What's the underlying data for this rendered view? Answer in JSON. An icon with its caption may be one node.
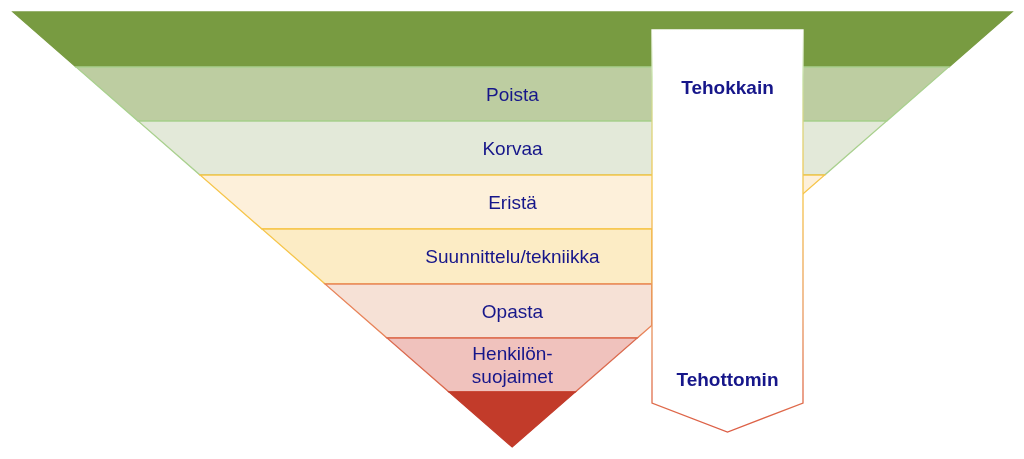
{
  "diagram": {
    "nodes": [
      {
        "text": [],
        "shape": "trapezoid"
      },
      {
        "text": [
          "Poista"
        ]
      },
      {
        "text": [
          "Korvaa"
        ]
      },
      {
        "text": [
          "Eristä"
        ]
      },
      {
        "text": [
          "Suunnittelu/tekniikka"
        ]
      },
      {
        "text": [
          "Opasta"
        ]
      },
      {
        "text": [
          "Henkilön- suojaimet"
        ]
      },
      {
        "text": [],
        "shape": "triangle"
      },
      {
        "text": [],
        "shape": "arrow"
      },
      {
        "text": [
          "Tehokkain"
        ]
      },
      {
        "text": [
          "Tehottomin"
        ],
        "in": 8
      }
    ]
  }
}
